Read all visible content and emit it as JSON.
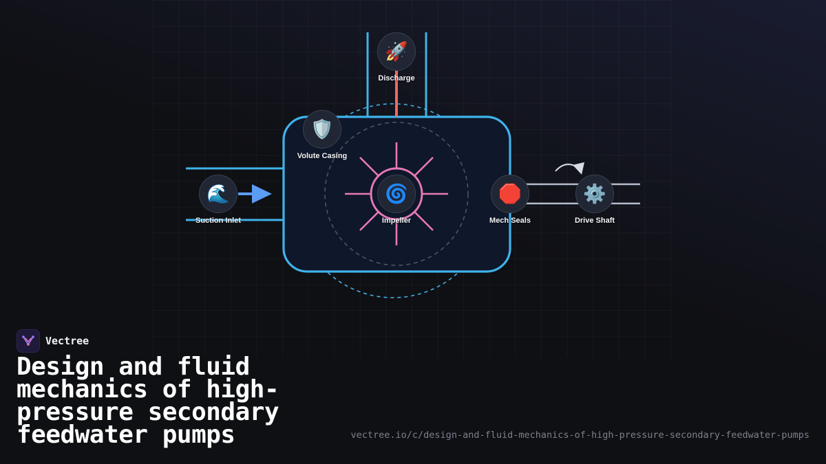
{
  "diagram": {
    "nodes": [
      {
        "id": "discharge",
        "label": "Discharge",
        "icon": "rocket-icon",
        "glyph": "🚀"
      },
      {
        "id": "volute-casing",
        "label": "Volute Casing",
        "icon": "shield-icon",
        "glyph": "🛡️"
      },
      {
        "id": "suction-inlet",
        "label": "Suction Inlet",
        "icon": "water-wave-icon",
        "glyph": "🌊"
      },
      {
        "id": "impeller",
        "label": "Impeller",
        "icon": "cyclone-icon",
        "glyph": "🌀"
      },
      {
        "id": "mech-seals",
        "label": "Mech Seals",
        "icon": "stop-sign-icon",
        "glyph": "🛑"
      },
      {
        "id": "drive-shaft",
        "label": "Drive Shaft",
        "icon": "gear-icon",
        "glyph": "⚙️"
      }
    ],
    "colors": {
      "pipe": "#3fb3ea",
      "flow_arrow": "#5b9cf5",
      "discharge_flow": "#ee6a63",
      "impeller": "#e879b9",
      "shaft": "#b5bdcc",
      "node_fill": "#202633"
    }
  },
  "brand": {
    "name": "Vectree"
  },
  "title": "Design and fluid mechanics of high-pressure secondary feedwater pumps",
  "url": "vectree.io/c/design-and-fluid-mechanics-of-high-pressure-secondary-feedwater-pumps"
}
